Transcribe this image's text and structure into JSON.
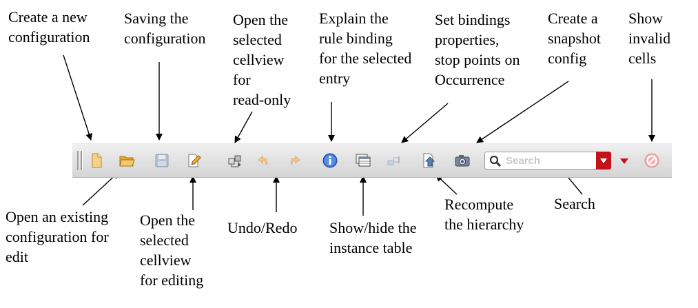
{
  "labels": {
    "create_new": "Create a new\nconfiguration",
    "saving": "Saving the\nconfiguration",
    "open_readonly": "Open the\nselected\ncellview\nfor\nread-only",
    "explain_rule": "Explain the\nrule binding\nfor the selected\nentry",
    "set_bindings": "Set bindings\nproperties,\nstop points on\nOccurrence",
    "snapshot": "Create a\nsnapshot\nconfig",
    "show_invalid": "Show\ninvalid\ncells",
    "open_existing": "Open an existing\nconfiguration for\nedit",
    "open_editing": "Open the\nselected\ncellview\nfor editing",
    "undo_redo": "Undo/Redo",
    "show_hide": "Show/hide the\ninstance table",
    "recompute": "Recompute\nthe hierarchy",
    "search": "Search"
  },
  "toolbar": {
    "search_placeholder": "Search",
    "icons": [
      "new-document-icon",
      "open-folder-icon",
      "save-disk-icon",
      "edit-pencil-icon",
      "open-readonly-cellview-icon",
      "undo-icon",
      "redo-icon",
      "info-icon",
      "instance-table-icon",
      "bindings-icon",
      "recompute-hierarchy-icon",
      "camera-snapshot-icon",
      "search-icon",
      "show-invalid-icon"
    ]
  },
  "colors": {
    "search_dropdown": "#c4121a",
    "info_blue": "#3a6fd0",
    "folder": "#e8a838",
    "invalid": "#e88a8a"
  }
}
